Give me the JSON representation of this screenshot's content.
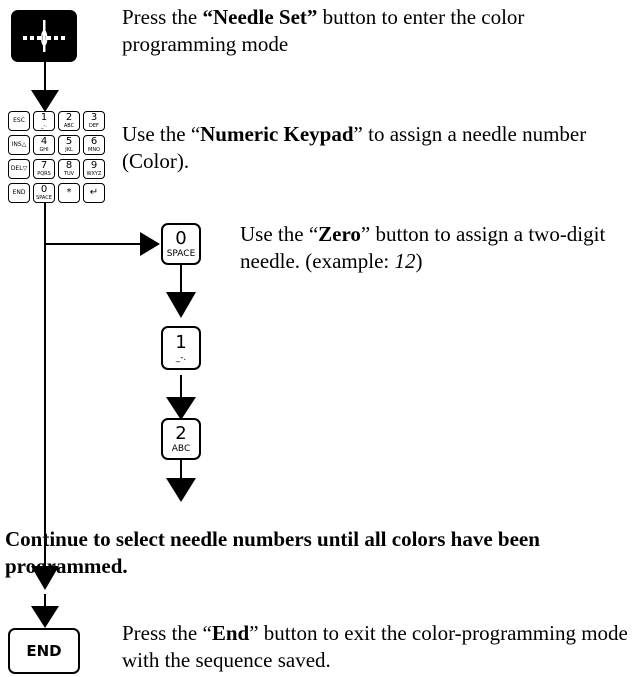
{
  "step1": {
    "text_pre": "Press the ",
    "text_bold": "“Needle Set”",
    "text_post": " button to enter the color programming mode"
  },
  "step2": {
    "text_pre": "Use the “",
    "text_bold": "Numeric Keypad",
    "text_post": "” to assign a needle number (Color)."
  },
  "step3": {
    "text_pre": "Use the “",
    "text_bold": "Zero",
    "text_mid": "” button to assign a two-digit needle. (example: ",
    "text_italic": "12",
    "text_post": ")"
  },
  "continue_text": "Continue to select needle numbers until all colors have been programmed.",
  "step_end": {
    "text_pre": "Press the “",
    "text_bold": "End",
    "text_post": "” button to exit the color-programming mode with the sequence saved."
  },
  "keypad": [
    {
      "main": "ESC",
      "sub": "",
      "fn": true
    },
    {
      "main": "1",
      "sub": "_-.",
      "fn": false
    },
    {
      "main": "2",
      "sub": "ABC",
      "fn": false
    },
    {
      "main": "3",
      "sub": "DEF",
      "fn": false
    },
    {
      "main": "INS△",
      "sub": "",
      "fn": true
    },
    {
      "main": "4",
      "sub": "GHI",
      "fn": false
    },
    {
      "main": "5",
      "sub": "JKL",
      "fn": false
    },
    {
      "main": "6",
      "sub": "MNO",
      "fn": false
    },
    {
      "main": "DEL▽",
      "sub": "",
      "fn": true
    },
    {
      "main": "7",
      "sub": "PQRS",
      "fn": false
    },
    {
      "main": "8",
      "sub": "TUV",
      "fn": false
    },
    {
      "main": "9",
      "sub": "WXYZ",
      "fn": false
    },
    {
      "main": "END",
      "sub": "",
      "fn": true
    },
    {
      "main": "0",
      "sub": "SPACE",
      "fn": false
    },
    {
      "main": "*",
      "sub": "",
      "fn": false
    },
    {
      "main": "↵",
      "sub": "",
      "fn": false
    }
  ],
  "key_zero": {
    "main": "0",
    "sub": "SPACE"
  },
  "key_one": {
    "main": "1",
    "sub": "_-."
  },
  "key_two": {
    "main": "2",
    "sub": "ABC"
  },
  "key_end": "END"
}
